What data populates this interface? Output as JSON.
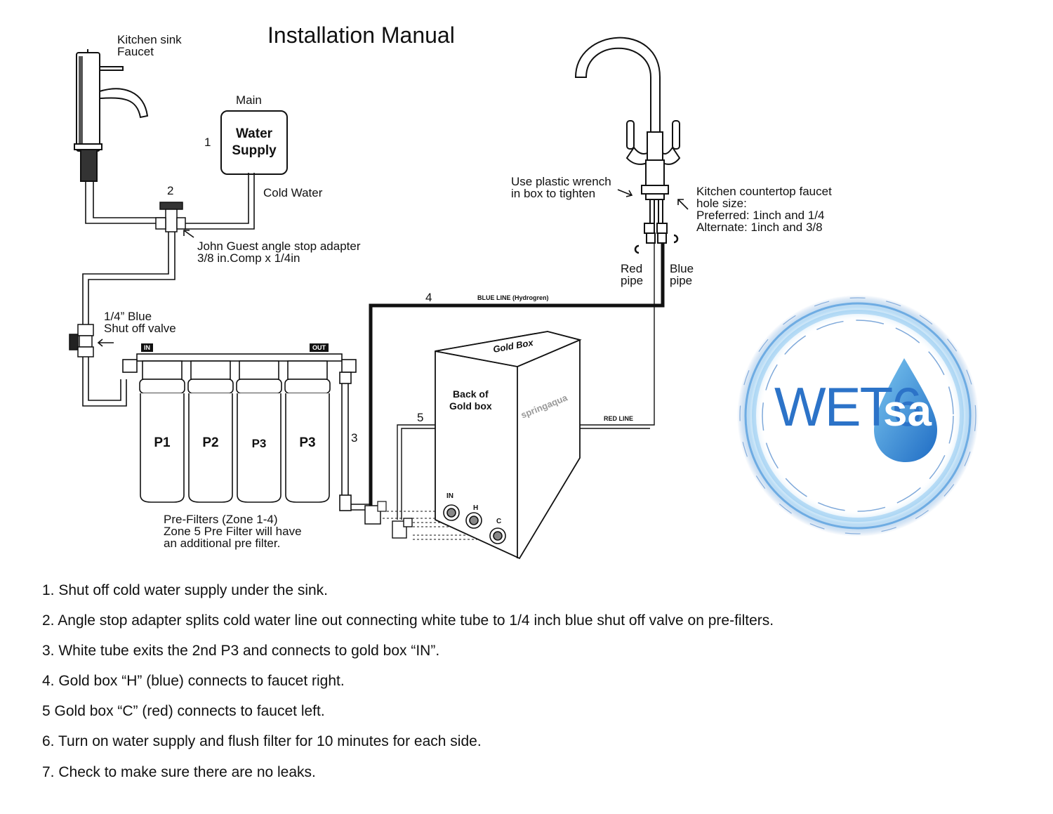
{
  "title": "Installation Manual",
  "labels": {
    "kitchen_sink_faucet": "Kitchen sink\nFaucet",
    "main": "Main",
    "water_supply": "Water\nSupply",
    "cold_water": "Cold Water",
    "num_1": "1",
    "num_2": "2",
    "num_3": "3",
    "num_4": "4",
    "num_5": "5",
    "john_guest": "John Guest angle stop adapter\n3/8 in.Comp x 1/4in",
    "shut_off_valve": "1/4” Blue\nShut off valve",
    "tag_in": "IN",
    "tag_out": "OUT",
    "filters": [
      "P1",
      "P2",
      "P3",
      "P3"
    ],
    "pre_filters_note": "Pre-Filters (Zone 1-4)\nZone 5 Pre Filter will have\nan additional pre filter.",
    "gold_box_top": "Gold Box",
    "back_of_gold_box": "Back of\nGold box",
    "springaqua": "springaqua",
    "port_in": "IN",
    "port_h": "H",
    "port_c": "C",
    "blue_line": "BLUE LINE (Hydrogren)",
    "red_line": "RED LINE",
    "plastic_wrench": "Use plastic wrench\nin box to tighten",
    "countertop_hole": "Kitchen countertop faucet\nhole size:\nPreferred: 1inch and 1/4\nAlternate: 1inch and 3/8",
    "red_pipe": "Red\npipe",
    "blue_pipe": "Blue\npipe"
  },
  "logo": {
    "main": "WET6",
    "suffix": "sa"
  },
  "steps": [
    "1. Shut off cold water supply under the sink.",
    "2. Angle stop adapter splits cold water line out connecting white tube to 1/4 inch blue shut off valve on pre-filters.",
    "3. White tube exits the 2nd P3 and connects to gold box “IN”.",
    "4. Gold box “H” (blue) connects to faucet right.",
    "5 Gold box “C” (red) connects to faucet left.",
    "6. Turn on water supply and flush filter for 10 minutes for each side.",
    "7. Check to make sure there are no leaks."
  ],
  "colors": {
    "line": "#111111",
    "logo_blue": "#2c73c8",
    "logo_light": "#5fb3ea"
  }
}
